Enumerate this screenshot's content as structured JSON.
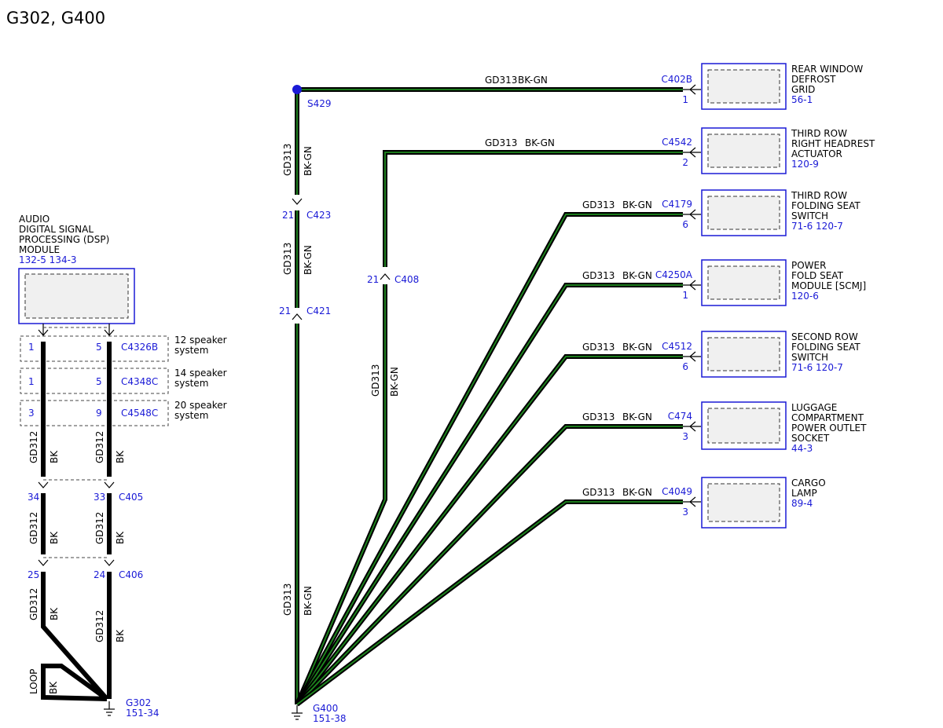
{
  "title": "G302, G400",
  "dsp": {
    "name_lines": [
      "AUDIO",
      "DIGITAL SIGNAL",
      "PROCESSING (DSP)",
      "MODULE"
    ],
    "refs": "132-5 134-3",
    "variants": [
      {
        "pin_a": "1",
        "pin_b": "5",
        "connector": "C4326B",
        "label_lines": [
          "12 speaker",
          "system"
        ]
      },
      {
        "pin_a": "1",
        "pin_b": "5",
        "connector": "C4348C",
        "label_lines": [
          "14 speaker",
          "system"
        ]
      },
      {
        "pin_a": "3",
        "pin_b": "9",
        "connector": "C4548C",
        "label_lines": [
          "20 speaker",
          "system"
        ]
      }
    ],
    "wire_circuit": "GD312",
    "wire_color": "BK",
    "c405": {
      "connector": "C405",
      "pin_a": "34",
      "pin_b": "33"
    },
    "c406": {
      "connector": "C406",
      "pin_a": "25",
      "pin_b": "24"
    },
    "loop_label": "LOOP",
    "loop_color": "BK",
    "ground": {
      "name": "G302",
      "ref": "151-34"
    }
  },
  "g400": {
    "splice": "S429",
    "circuit": "GD313",
    "color": "BK-GN",
    "c423": {
      "connector": "C423",
      "pin": "21"
    },
    "c421": {
      "connector": "C421",
      "pin": "21"
    },
    "c408": {
      "connector": "C408",
      "pin": "21"
    },
    "ground": {
      "name": "G400",
      "ref": "151-38"
    },
    "loads": [
      {
        "connector": "C402B",
        "pin": "1",
        "name_lines": [
          "REAR WINDOW",
          "DEFROST",
          "GRID"
        ],
        "refs": "56-1"
      },
      {
        "connector": "C4542",
        "pin": "2",
        "name_lines": [
          "THIRD ROW",
          "RIGHT HEADREST",
          "ACTUATOR"
        ],
        "refs": "120-9"
      },
      {
        "connector": "C4179",
        "pin": "6",
        "name_lines": [
          "THIRD ROW",
          "FOLDING SEAT",
          "SWITCH"
        ],
        "refs": "71-6   120-7"
      },
      {
        "connector": "C4250A",
        "pin": "1",
        "name_lines": [
          "POWER",
          "FOLD SEAT",
          "MODULE [SCMJ]"
        ],
        "refs": "120-6"
      },
      {
        "connector": "C4512",
        "pin": "6",
        "name_lines": [
          "SECOND ROW",
          "FOLDING SEAT",
          "SWITCH"
        ],
        "refs": "71-6   120-7"
      },
      {
        "connector": "C474",
        "pin": "3",
        "name_lines": [
          "LUGGAGE",
          "COMPARTMENT",
          "POWER OUTLET",
          "SOCKET"
        ],
        "refs": "44-3"
      },
      {
        "connector": "C4049",
        "pin": "3",
        "name_lines": [
          "CARGO",
          "LAMP"
        ],
        "refs": "89-4"
      }
    ]
  },
  "colors": {
    "label_blue": "#1a1ad6",
    "wire_green": "#1f8a1f",
    "wire_black": "#000000"
  }
}
